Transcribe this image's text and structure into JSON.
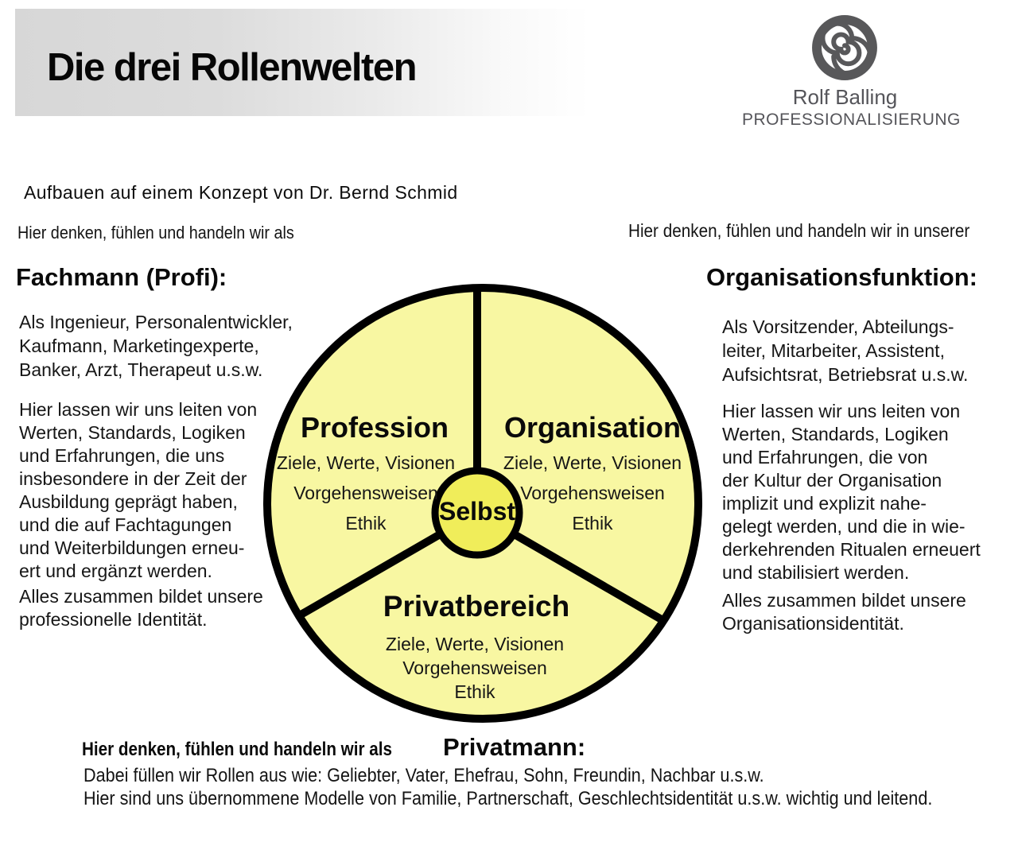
{
  "title": "Die drei Rollenwelten",
  "logo": {
    "name": "Rolf Balling",
    "subtitle": "PROFESSIONALISIERUNG"
  },
  "credit": "Aufbauen auf einem Konzept von Dr. Bernd Schmid",
  "left": {
    "intro": "Hier denken, fühlen und handeln wir als",
    "heading": "Fachmann (Profi):",
    "para1": [
      "Als Ingenieur, Personalentwickler,",
      "Kaufmann, Marketingexperte,",
      "Banker, Arzt, Therapeut u.s.w."
    ],
    "para2": [
      "Hier lassen wir uns leiten von",
      "Werten, Standards, Logiken",
      "und Erfahrungen, die uns",
      "insbesondere in der Zeit der",
      "Ausbildung geprägt haben,",
      "und die auf Fachtagungen",
      "und Weiterbildungen erneu-",
      "ert und ergänzt werden."
    ],
    "para3": [
      "Alles zusammen bildet unsere",
      "professionelle Identität."
    ]
  },
  "right": {
    "intro": "Hier denken, fühlen und handeln wir in unserer",
    "heading": "Organisationsfunktion:",
    "para1": [
      "Als Vorsitzender, Abteilungs-",
      "leiter, Mitarbeiter, Assistent,",
      "Aufsichtsrat, Betriebsrat u.s.w."
    ],
    "para2": [
      "Hier lassen wir uns leiten von",
      "Werten, Standards, Logiken",
      "und Erfahrungen, die von",
      "der Kultur der Organisation",
      "implizit und explizit nahe-",
      "gelegt werden, und die in wie-",
      "derkehrenden Ritualen erneuert",
      "und stabilisiert werden."
    ],
    "para3": [
      "Alles zusammen bildet unsere",
      "Organisationsidentität."
    ]
  },
  "diagram": {
    "center_label": "Selbst",
    "sectors": [
      {
        "name": "Profession",
        "lines": [
          "Ziele, Werte, Visionen",
          "Vorgehensweisen",
          "Ethik"
        ]
      },
      {
        "name": "Organisation",
        "lines": [
          "Ziele, Werte, Visionen",
          "Vorgehensweisen",
          "Ethik"
        ]
      },
      {
        "name": "Privatbereich",
        "lines": [
          "Ziele, Werte, Visionen",
          "Vorgehensweisen",
          "Ethik"
        ]
      }
    ],
    "colors": {
      "sector_fill": "#F8F7A2",
      "center_fill": "#F0ED5A",
      "stroke": "#000000"
    }
  },
  "bottom": {
    "intro": "Hier denken, fühlen und handeln wir als",
    "heading": "Privatmann:",
    "line1": "Dabei füllen wir Rollen aus wie: Geliebter, Vater, Ehefrau, Sohn, Freundin, Nachbar u.s.w.",
    "line2": "Hier sind uns übernommene Modelle von Familie, Partnerschaft, Geschlechtsidentität u.s.w. wichtig und leitend."
  }
}
